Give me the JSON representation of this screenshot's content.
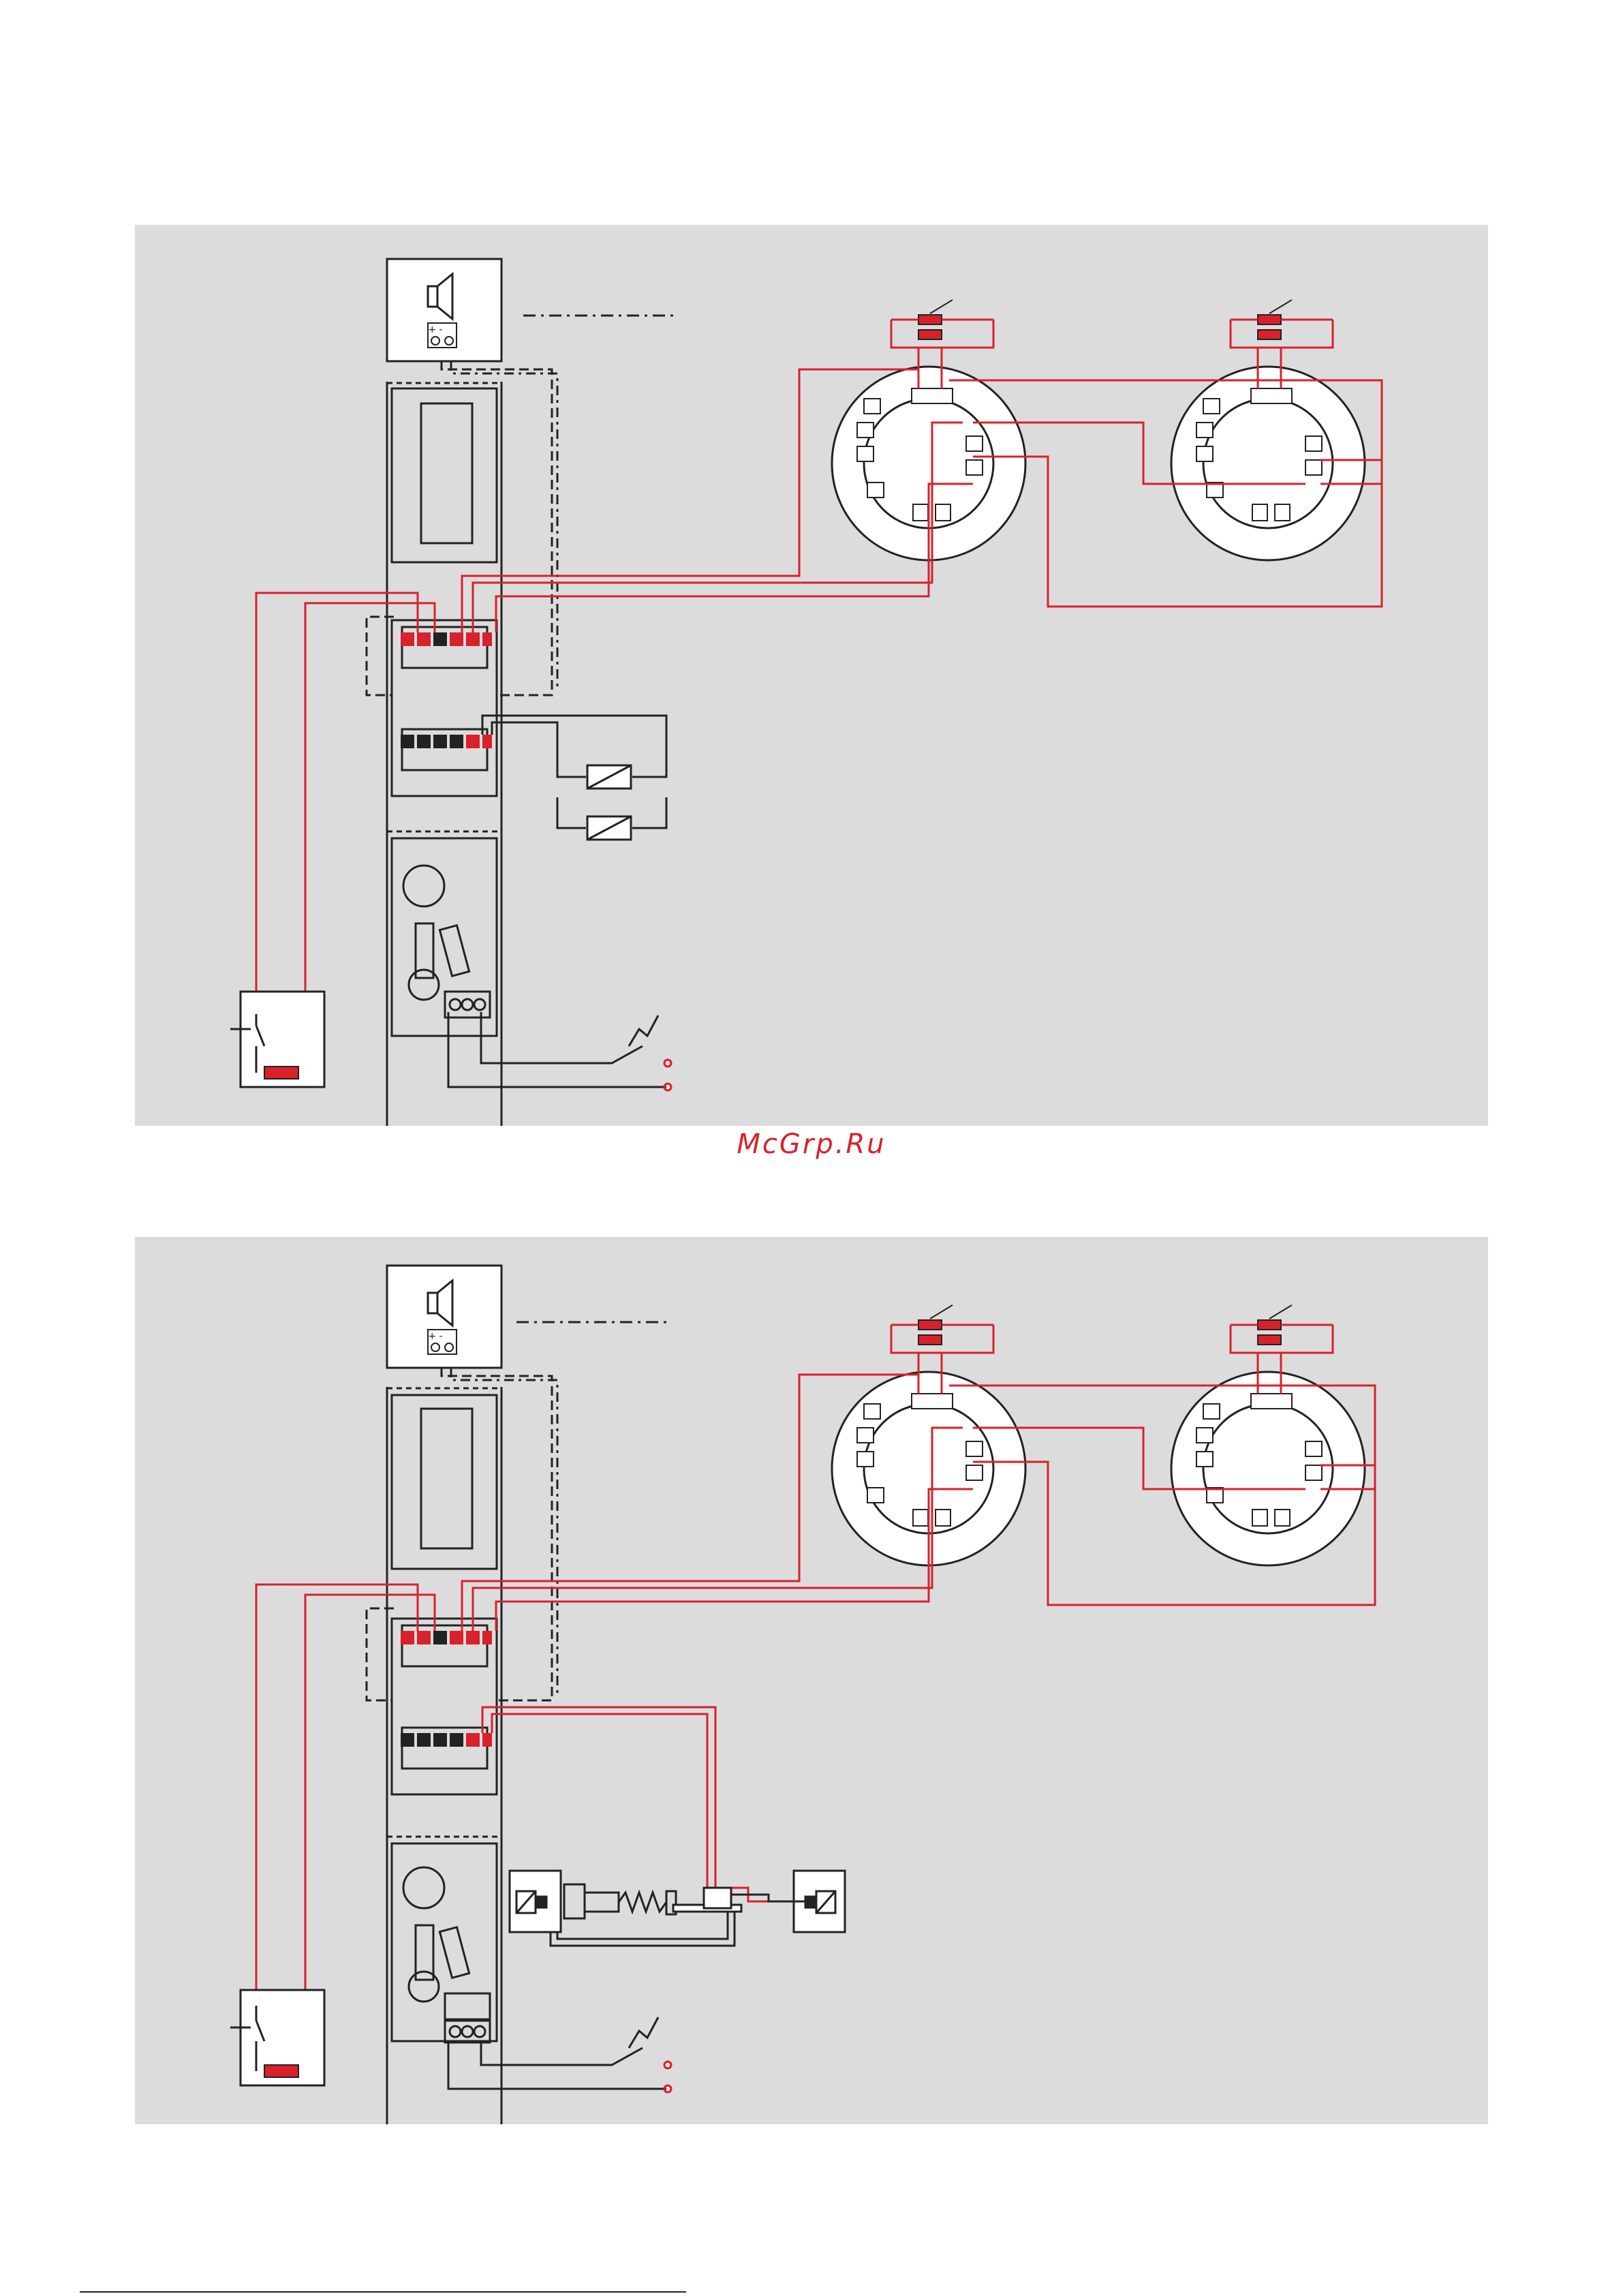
{
  "watermark": "McGrp.Ru",
  "colors": {
    "panel_bg": "#dcdcdd",
    "wire_red": "#d8212b",
    "line_dark": "#222222",
    "terminal_red": "#d8212b",
    "watermark": "#d8212b"
  },
  "icons": [
    "speaker-icon",
    "plus-minus-terminal-icon",
    "detector-base-icon",
    "resistor-icon",
    "relay-coil-icon",
    "switch-contact-icon",
    "door-holder-magnet-icon"
  ],
  "diagrams": [
    {
      "id": "top",
      "speaker_terminals": "+ -",
      "variant": "relay-contacts"
    },
    {
      "id": "bottom",
      "speaker_terminals": "+ -",
      "variant": "door-holder"
    }
  ]
}
